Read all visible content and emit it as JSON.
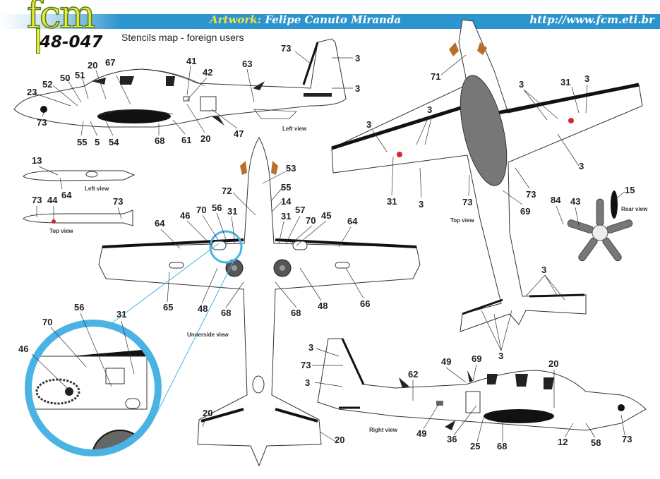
{
  "header": {
    "logo_text": "fcm",
    "product_code": "48-047",
    "subtitle": "Stencils map - foreign users",
    "artwork_label": "Artwork:",
    "artist": "Felipe Canuto Miranda",
    "url": "http://www.fcm.eti.br",
    "banner_color": "#2b93cd",
    "logo_color": "#e8ee40"
  },
  "views": {
    "left_view": {
      "caption": "Left view",
      "callouts": [
        "73",
        "23",
        "52",
        "50",
        "51",
        "20",
        "67",
        "55",
        "5",
        "54",
        "68",
        "61",
        "20",
        "41",
        "42",
        "47",
        "63",
        "73",
        "3",
        "3"
      ]
    },
    "tank_left_view": {
      "caption": "Left view",
      "callouts": [
        "13",
        "64"
      ]
    },
    "tank_top_view": {
      "caption": "Top view",
      "callouts": [
        "73",
        "44",
        "73"
      ]
    },
    "underside_view": {
      "caption": "Underside view",
      "callouts": [
        "53",
        "72",
        "55",
        "14",
        "46",
        "70",
        "56",
        "31",
        "31",
        "57",
        "70",
        "45",
        "64",
        "64",
        "65",
        "48",
        "68",
        "68",
        "48",
        "66",
        "20",
        "20"
      ]
    },
    "detail_inset": {
      "callouts": [
        "46",
        "70",
        "56",
        "31"
      ]
    },
    "top_view": {
      "caption": "Top view",
      "callouts": [
        "71",
        "3",
        "3",
        "3",
        "31",
        "3",
        "31",
        "3",
        "73",
        "73",
        "69",
        "3",
        "3",
        "3"
      ]
    },
    "rear_view": {
      "caption": "Rear view",
      "callouts": [
        "84",
        "43",
        "15"
      ]
    },
    "right_view": {
      "caption": "Right view",
      "callouts": [
        "3",
        "73",
        "3",
        "62",
        "49",
        "69",
        "20",
        "49",
        "36",
        "25",
        "68",
        "12",
        "58",
        "73"
      ]
    }
  },
  "colors": {
    "highlight": "#4ab3e3",
    "wing_edge": "#111111",
    "canopy": "#777777",
    "intake_brown": "#b5702a",
    "roundel_red": "#d8262b"
  }
}
